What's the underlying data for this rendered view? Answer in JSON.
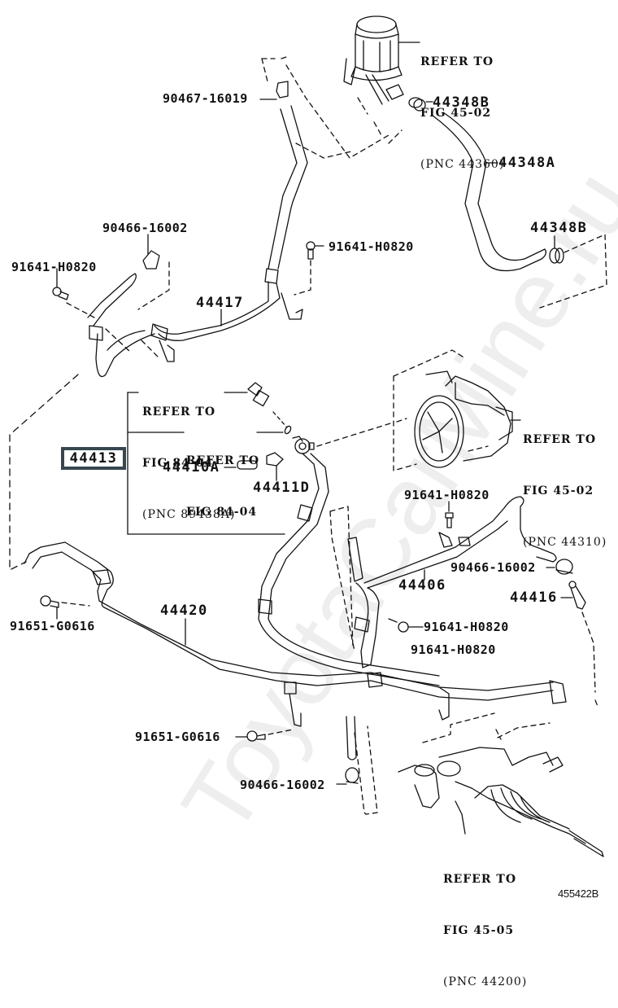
{
  "watermark": "ToyotaCarMine.ru",
  "figure_number": "455422B",
  "highlight_color": "#37474f",
  "assembly": {
    "part_no": "44413",
    "highlighted": true
  },
  "references": {
    "reservoir": {
      "line1": "REFER TO",
      "line2": "FIG 45-02",
      "line3": "(PNC 44360)"
    },
    "pressure_switch": {
      "line1": "REFER TO",
      "line2": "FIG 84-04",
      "line3": "(PNC 89438A)"
    },
    "oring": {
      "line1": "REFER TO",
      "line2": "FIG 84-04"
    },
    "pump": {
      "line1": "REFER TO",
      "line2": "FIG 45-02",
      "line3": "(PNC 44310)"
    },
    "gear": {
      "line1": "REFER TO",
      "line2": "FIG 45-05",
      "line3": "(PNC 44200)"
    }
  },
  "parts": {
    "clamp_top": "90467-16019",
    "clamp_44348b_top": "44348B",
    "hose_44348a": "44348A",
    "clamp_44348b_right": "44348B",
    "clamp_90466_left": "90466-16002",
    "bolt_left": "91641-H0820",
    "bolt_mid_top": "91641-H0820",
    "tube_44417": "44417",
    "union_bolt": "44410A",
    "gasket": "44411D",
    "bolt_44406_top": "91641-H0820",
    "tube_44406": "44406",
    "clamp_90466_right": "90466-16002",
    "union_44416": "44416",
    "bolt_44406_mid": "91641-H0820",
    "bolt_44406_low": "91641-H0820",
    "tube_44420": "44420",
    "bolt_g0616_left": "91651-G0616",
    "bolt_g0616_mid": "91651-G0616",
    "clamp_90466_bottom": "90466-16002"
  }
}
